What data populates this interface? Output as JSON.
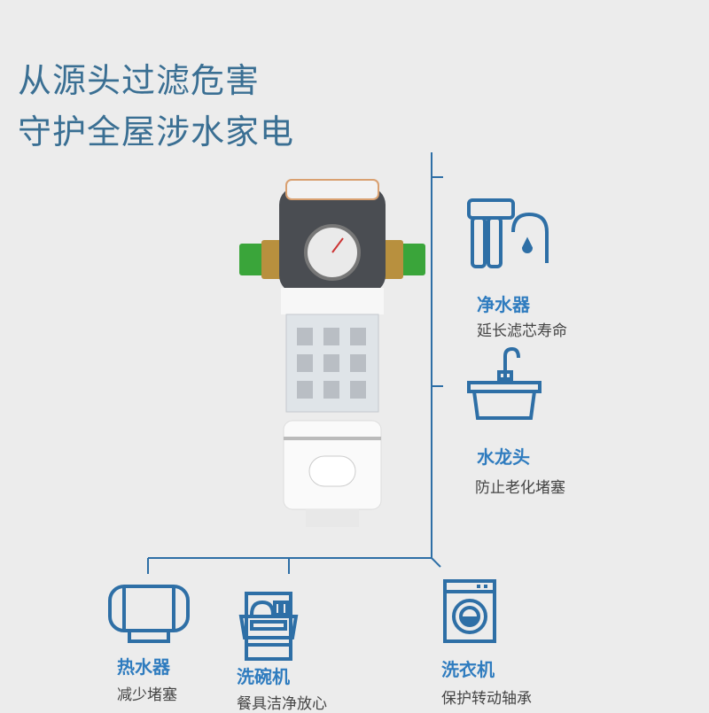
{
  "headline": {
    "line1": "从源头过滤危害",
    "line2": "守护全屋涉水家电"
  },
  "colors": {
    "background": "#ececec",
    "title": "#3a6f93",
    "accent": "#2e6fa6",
    "label": "#2f7cbf"
  },
  "appliances": [
    {
      "icon": "water-purifier-icon",
      "name": "净水器",
      "benefit": "延长滤芯寿命"
    },
    {
      "icon": "faucet-icon",
      "name": "水龙头",
      "benefit": "防止老化堵塞"
    },
    {
      "icon": "water-heater-icon",
      "name": "热水器",
      "benefit": "减少堵塞"
    },
    {
      "icon": "dishwasher-icon",
      "name": "洗碗机",
      "benefit": "餐具洁净放心"
    },
    {
      "icon": "washing-machine-icon",
      "name": "洗衣机",
      "benefit": "保护转动轴承"
    }
  ]
}
